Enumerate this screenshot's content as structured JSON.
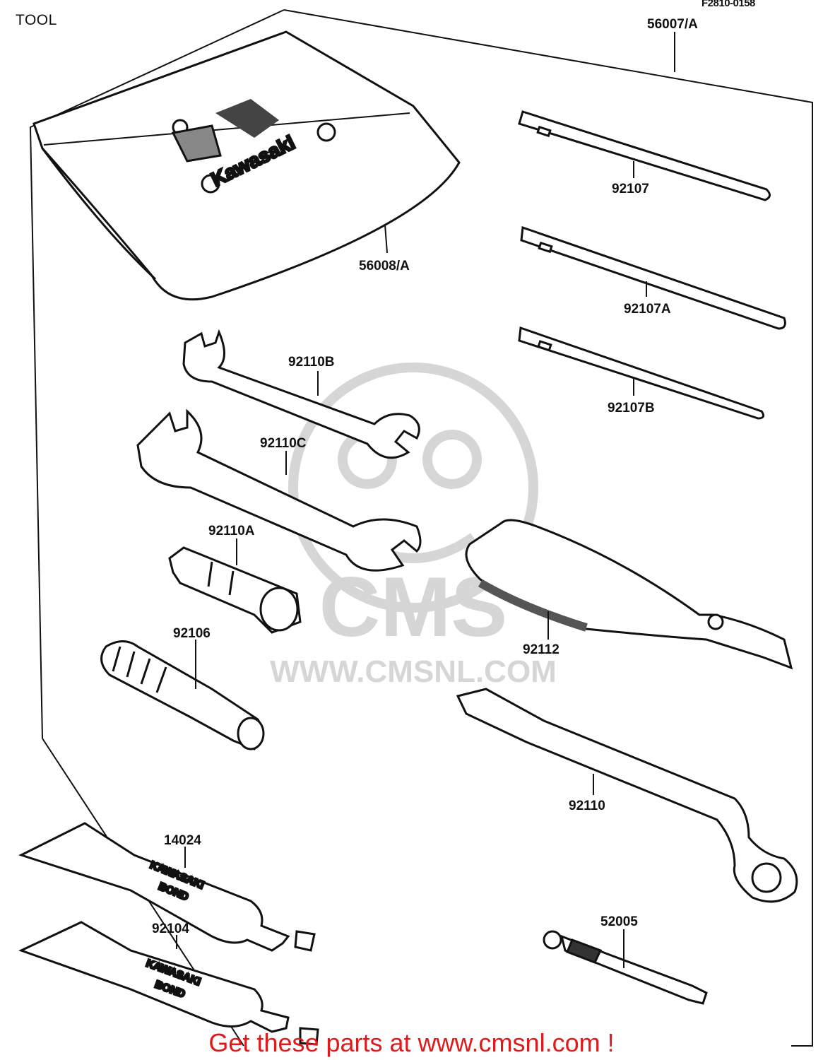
{
  "header": {
    "title": "TOOL",
    "reference": "F2810-0158"
  },
  "parts": {
    "tool_bag": "56008/A",
    "tool_kit": "56007/A",
    "spoke_wrench": "92107",
    "spoke_wrench_a": "92107A",
    "spoke_wrench_b": "92107B",
    "wrench_b": "92110B",
    "wrench_c": "92110C",
    "plug_wrench": "92110A",
    "screwdriver_handle": "92106",
    "pliers": "92112",
    "box_wrench": "92110",
    "bond_tube_1": "14024",
    "bond_tube_2": "92104",
    "grease_gun": "52005"
  },
  "artwork": {
    "bag_logo": "Kawasaki",
    "tube_brand": "KAWASAKI",
    "tube_product": "BOND"
  },
  "watermark": {
    "brand": "CMS",
    "url": "WWW.CMSNL.COM"
  },
  "promo": {
    "text": "Get these parts at www.cmsnl.com !",
    "color": "#e01a1a"
  },
  "colors": {
    "ink": "#111111",
    "watermark": "#d2d2d2"
  }
}
